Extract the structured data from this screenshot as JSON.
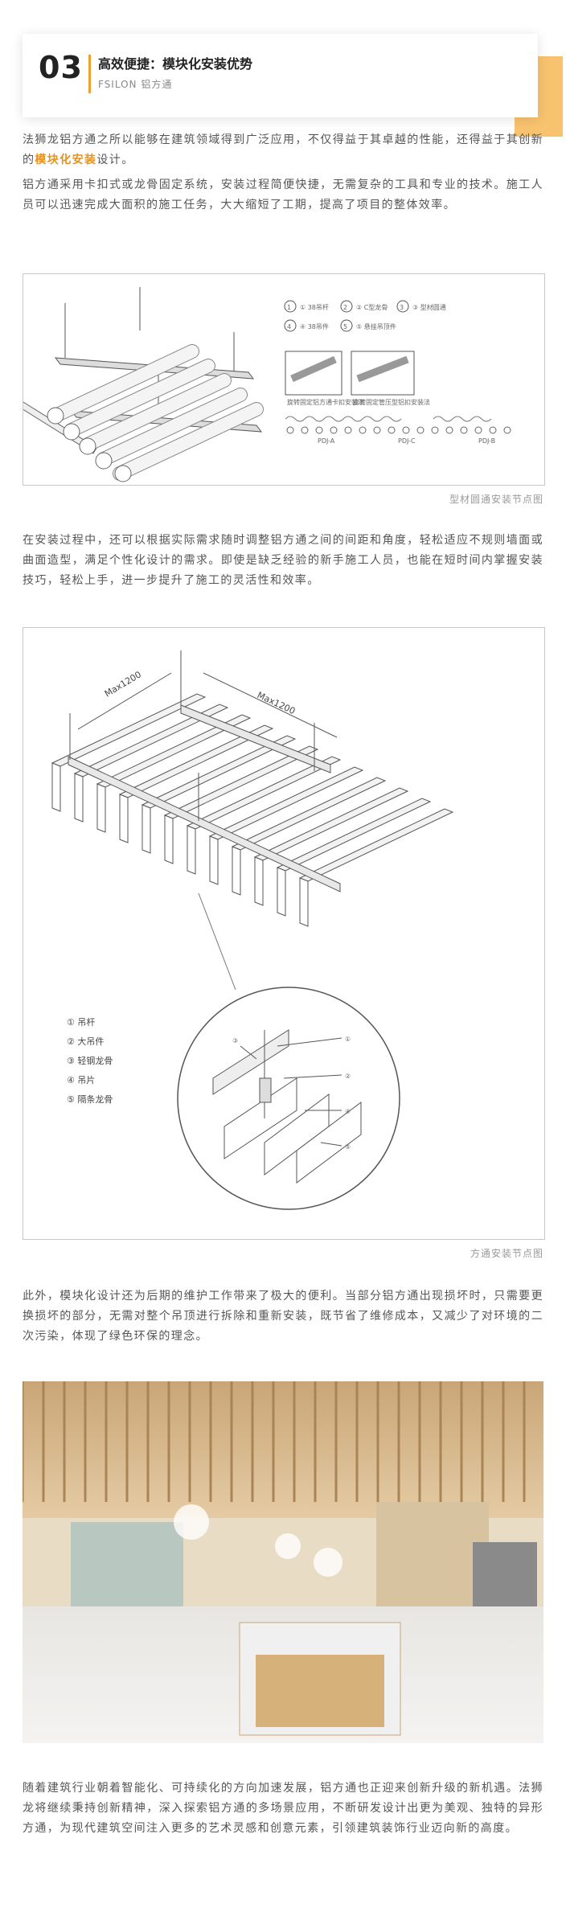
{
  "header": {
    "number": "03",
    "title": "高效便捷：模块化安装优势",
    "subtitle": "FSILON 铝方通"
  },
  "p1": {
    "before": "法狮龙铝方通之所以能够在建筑领域得到广泛应用，不仅得益于其卓越的性能，还得益于其创新的",
    "highlight": "模块化安装",
    "after": "设计。"
  },
  "p2": "铝方通采用卡扣式或龙骨固定系统，安装过程简便快捷，无需复杂的工具和专业的技术。施工人员可以迅速完成大面积的施工任务，大大缩短了工期，提高了项目的整体效率。",
  "figure1": {
    "caption": "型材圆通安装节点图",
    "legend": [
      "① 38吊杆",
      "② C型龙骨",
      "③ 型材圆通",
      "④ 38吊件",
      "⑤ 悬挂吊顶件"
    ],
    "sublabels": [
      "旋转固定铝方通卡扣安装法",
      "旋转固定管压型铝扣安装法"
    ],
    "codes": [
      "PDJ-A",
      "PDJ-C",
      "PDJ-B"
    ]
  },
  "p3": "在安装过程中，还可以根据实际需求随时调整铝方通之间的间距和角度，轻松适应不规则墙面或曲面造型，满足个性化设计的需求。即使是缺乏经验的新手施工人员，也能在短时间内掌握安装技巧，轻松上手，进一步提升了施工的灵活性和效率。",
  "figure2": {
    "caption": "方通安装节点图",
    "dim1": "Max1200",
    "dim2": "Max1200",
    "legend": [
      "① 吊杆",
      "② 大吊件",
      "③ 轻钢龙骨",
      "④ 吊片",
      "⑤ 隔条龙骨"
    ],
    "callouts": [
      "①",
      "②",
      "③",
      "④",
      "⑤"
    ]
  },
  "p4": "此外，模块化设计还为后期的维护工作带来了极大的便利。当部分铝方通出现损坏时，只需要更换损坏的部分，无需对整个吊顶进行拆除和重新安装，既节省了维修成本，又减少了对环境的二次污染，体现了绿色环保的理念。",
  "p5": "随着建筑行业朝着智能化、可持续化的方向加速发展，铝方通也正迎来创新升级的新机遇。法狮龙将继续秉持创新精神，深入探索铝方通的多场景应用，不断研发设计出更为美观、独特的异形方通，为现代建筑空间注入更多的艺术灵感和创意元素，引领建筑装饰行业迈向新的高度。",
  "colors": {
    "accent": "#f8c36f",
    "highlight": "#e8911c"
  }
}
